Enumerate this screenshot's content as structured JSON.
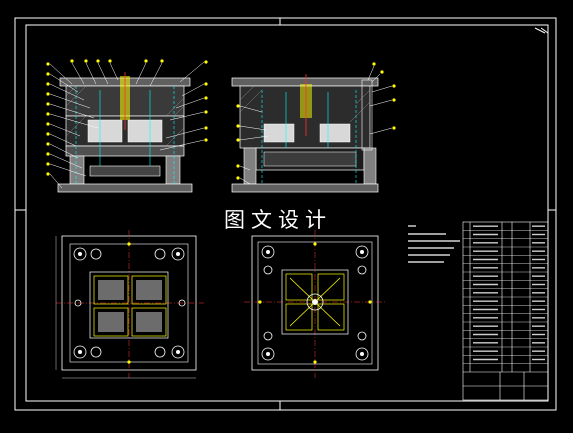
{
  "drawing": {
    "watermark": "图文设计",
    "colors": {
      "background": "#000000",
      "frame": "#ffffff",
      "outline": "#ffffff",
      "hidden": "#00ffff",
      "detail": "#ffff00",
      "accent": "#ff3030",
      "part_fill": "#606060",
      "section_fill": "#d8d8d8",
      "hatch": "#9a9a9a"
    },
    "views": [
      {
        "name": "front-section",
        "balloon_count": 24
      },
      {
        "name": "side-section",
        "balloon_count": 10
      },
      {
        "name": "bottom-plan",
        "cavities": 4
      },
      {
        "name": "top-plan",
        "cavities": 4
      }
    ],
    "notes": {
      "line_count": 5
    },
    "title_block": {
      "bom_rows": 18
    }
  }
}
